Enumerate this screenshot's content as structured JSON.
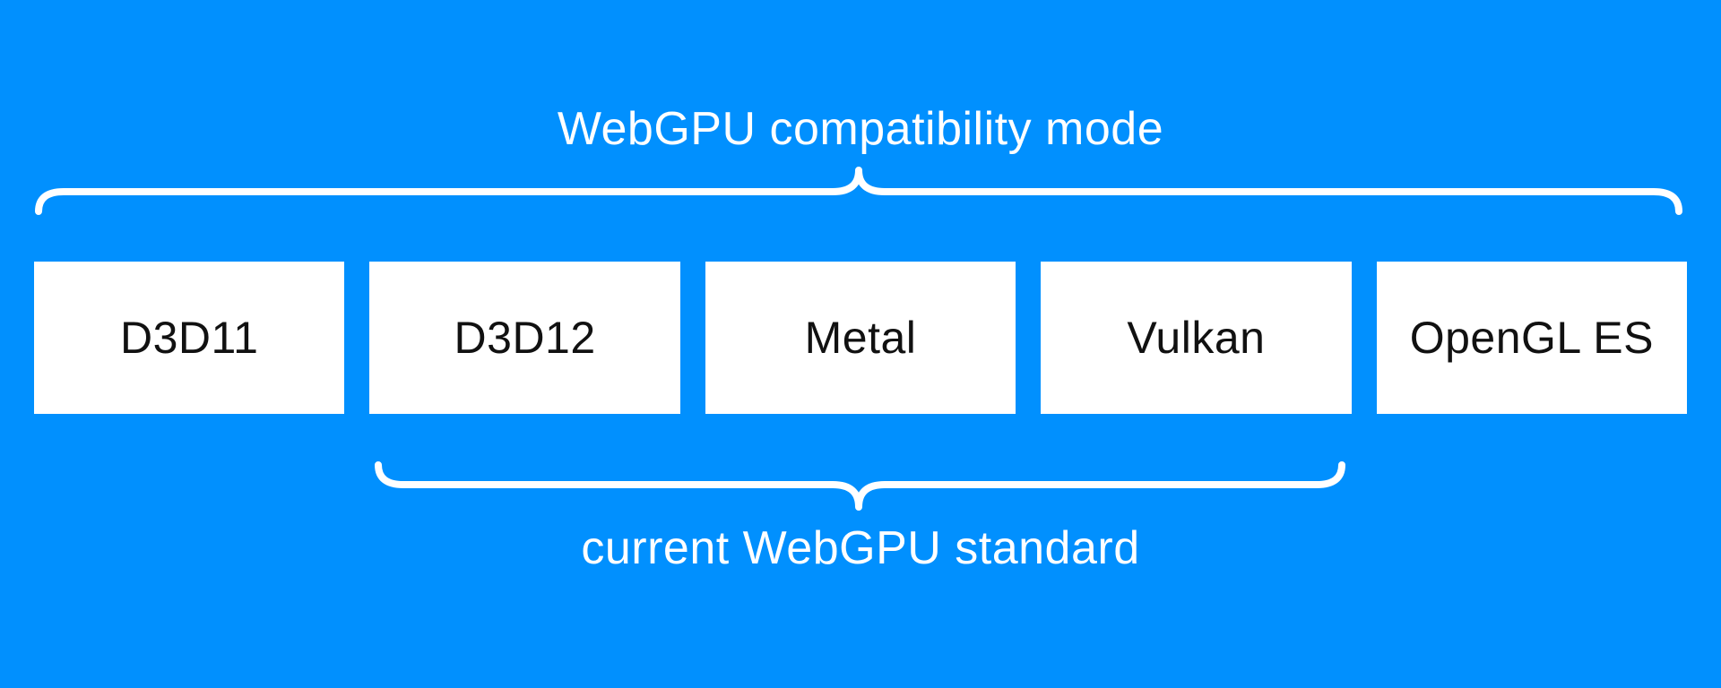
{
  "diagram": {
    "top_label": "WebGPU compatibility mode",
    "bottom_label": "current WebGPU standard",
    "boxes": [
      {
        "label": "D3D11"
      },
      {
        "label": "D3D12"
      },
      {
        "label": "Metal"
      },
      {
        "label": "Vulkan"
      },
      {
        "label": "OpenGL ES"
      }
    ],
    "top_brace_spans": [
      "D3D11",
      "D3D12",
      "Metal",
      "Vulkan",
      "OpenGL ES"
    ],
    "bottom_brace_spans": [
      "D3D12",
      "Metal",
      "Vulkan"
    ],
    "colors": {
      "background": "#0190fe",
      "box_fill": "#ffffff",
      "box_text": "#111111",
      "label_text": "#ffffff",
      "brace_stroke": "#ffffff"
    }
  }
}
